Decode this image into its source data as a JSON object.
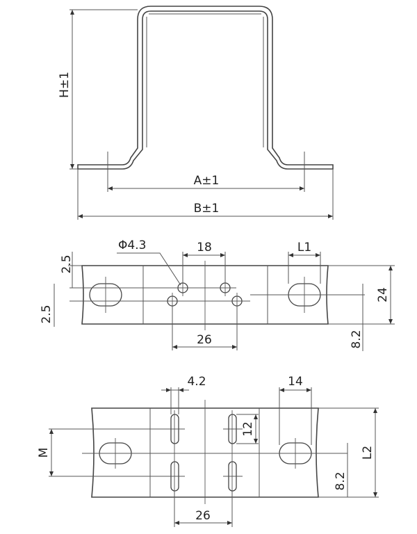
{
  "views": {
    "side": {
      "height_label": "H±1",
      "a_label": "A±1",
      "b_label": "B±1"
    },
    "plate1": {
      "hole_dia_label": "Φ4.3",
      "pitch_label": "18",
      "slot_len_label": "L1",
      "offset_top_label": "2.5",
      "offset_bottom_label": "2.5",
      "width_label": "24",
      "slot_offset_label": "8.2",
      "hole_spacing_label": "26"
    },
    "plate2": {
      "slot_width_label": "4.2",
      "end_slot_len_label": "14",
      "slot_len_label": "12",
      "m_label": "M",
      "width_label": "L2",
      "slot_offset_label": "8.2",
      "slot_spacing_label": "26"
    }
  }
}
